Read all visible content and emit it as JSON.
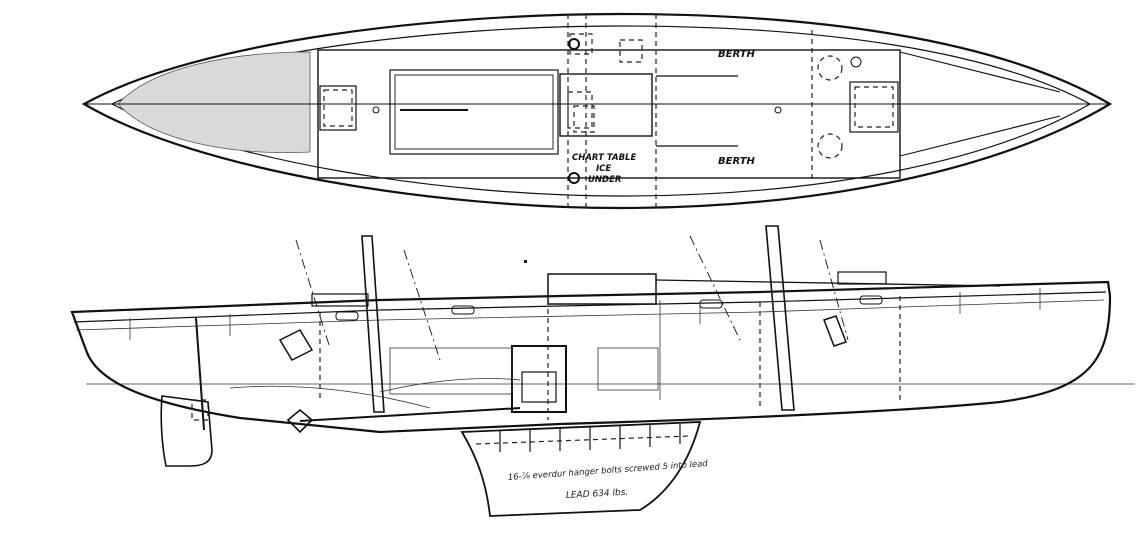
{
  "plan_view": {
    "labels": {
      "berth_starboard": "BERTH",
      "berth_port": "BERTH",
      "chart_table": "CHART TABLE",
      "ice": "ICE",
      "under": "UNDER"
    }
  },
  "profile_view": {
    "annotations": {
      "hanger_bolts": "16-⅞ everdur hanger bolts screwed 5 into lead",
      "lead": "LEAD 634 lbs."
    }
  },
  "colors": {
    "ink": "#111111",
    "paper": "#ffffff"
  }
}
